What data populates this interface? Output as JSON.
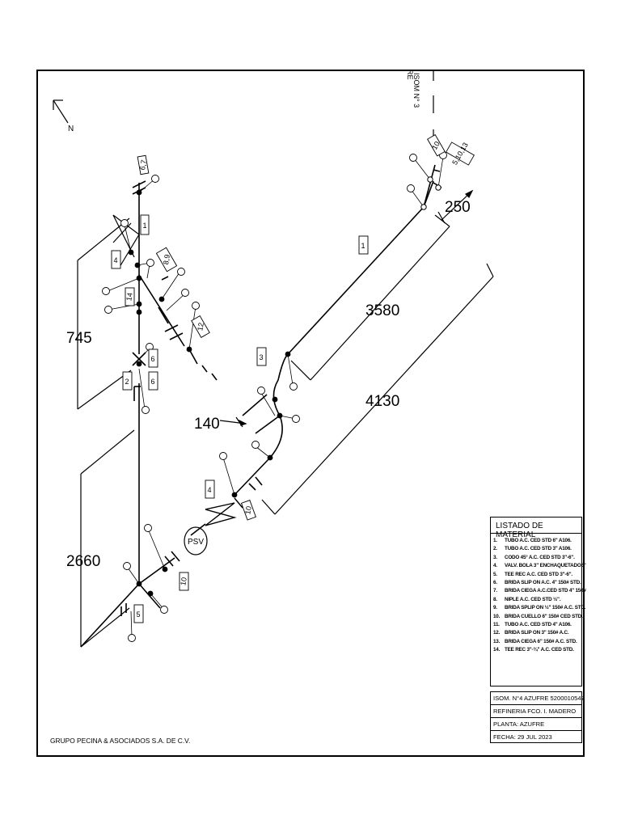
{
  "north_label": "N",
  "ref_note": "ISOM N° 3",
  "ref_note_sub": "RE",
  "dimensions": {
    "d_745": "745",
    "d_2660": "2660",
    "d_3580": "3580",
    "d_4130": "4130",
    "d_140": "140",
    "d_250": "250"
  },
  "psv_label": "PSV",
  "part_tags": {
    "t67": "6,7",
    "t1a": "1",
    "t4a": "4",
    "t89": "8,9",
    "t14": "14",
    "t12": "12",
    "t6a": "6",
    "t6b": "6",
    "t2": "2",
    "t3": "3",
    "t4b": "4",
    "t10a": "10",
    "t10b": "10",
    "t5": "5",
    "t1b": "1",
    "t10c": "10",
    "t51013": "5,10,13"
  },
  "material_list": {
    "title": "LISTADO DE MATERIAL",
    "items": [
      {
        "n": "1.",
        "text": "TUBO A.C. CED STD 6\" A106."
      },
      {
        "n": "2.",
        "text": "TUBO A.C. CED STD 3\" A106."
      },
      {
        "n": "3.",
        "text": "CODO 45° A.C. CED STD 3\"-6\"."
      },
      {
        "n": "4.",
        "text": "VALV. BOLA 3\" ENCHAQUETADO6\""
      },
      {
        "n": "5.",
        "text": "TEE REC A.C. CED STD 3\"-6\"."
      },
      {
        "n": "6.",
        "text": "BRIDA SLIP ON A.C. 4\" 150# STD."
      },
      {
        "n": "7.",
        "text": "BRIDA CIEGA A.C.CED STD 4\" 150#"
      },
      {
        "n": "8.",
        "text": "NIPLE A.C. CED STD ½\"."
      },
      {
        "n": "9.",
        "text": "BRIDA SPLIP ON ½\" 150# A.C. STD."
      },
      {
        "n": "10.",
        "text": "BRIDA CUELLO 6\" 150# CED STD."
      },
      {
        "n": "11.",
        "text": "TUBO A.C. CED STD 4\" A106."
      },
      {
        "n": "12.",
        "text": "BRIDA SLIP ON 3\" 150# A.C."
      },
      {
        "n": "13.",
        "text": "BRIDA CIEGA 6\" 150# A.C. STD."
      },
      {
        "n": "14.",
        "text": "TEE REC 3\"-¾\" A.C. CED STD."
      }
    ]
  },
  "title_block": {
    "isom": "ISOM. N°4 AZUFRE 5200010547",
    "refinery": "REFINERIA FCO. I. MADERO",
    "plant": "PLANTA: AZUFRE",
    "date": "FECHA: 29 JUL 2023"
  },
  "company": "GRUPO PECINA & ASOCIADOS S.A. DE C.V."
}
